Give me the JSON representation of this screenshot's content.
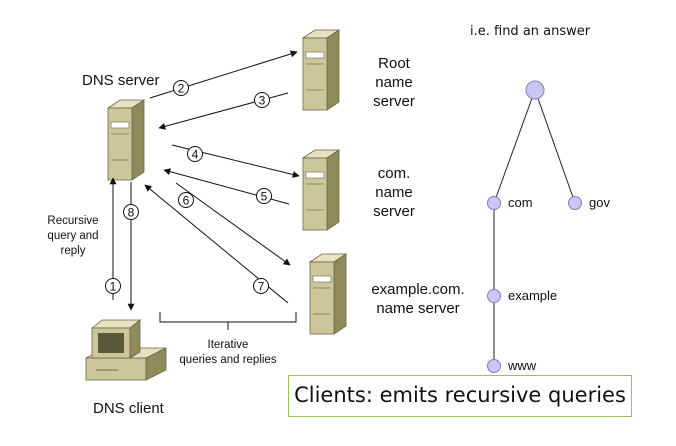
{
  "labels": {
    "dns_server": "DNS server",
    "root_server": [
      "Root",
      "name",
      "server"
    ],
    "com_server": [
      "com.",
      "name",
      "server"
    ],
    "example_server": [
      "example.com.",
      "name server"
    ],
    "recursive": [
      "Recursive",
      "query and",
      "reply"
    ],
    "iterative": [
      "Iterative",
      "queries and replies"
    ],
    "dns_client": "DNS client",
    "tree_title": "i.e. find an answer",
    "clients_note": "Clients: emits recursive queries"
  },
  "steps": [
    "1",
    "2",
    "3",
    "4",
    "5",
    "6",
    "7",
    "8"
  ],
  "tree": {
    "nodes": [
      "com",
      "gov",
      "example",
      "www"
    ]
  },
  "colors": {
    "node_fill": "#c8c8f2",
    "node_stroke": "#7e7ec8",
    "server_body": "#ccc79a",
    "server_dark": "#8f8a5c",
    "note_border": "#9dc15f"
  }
}
